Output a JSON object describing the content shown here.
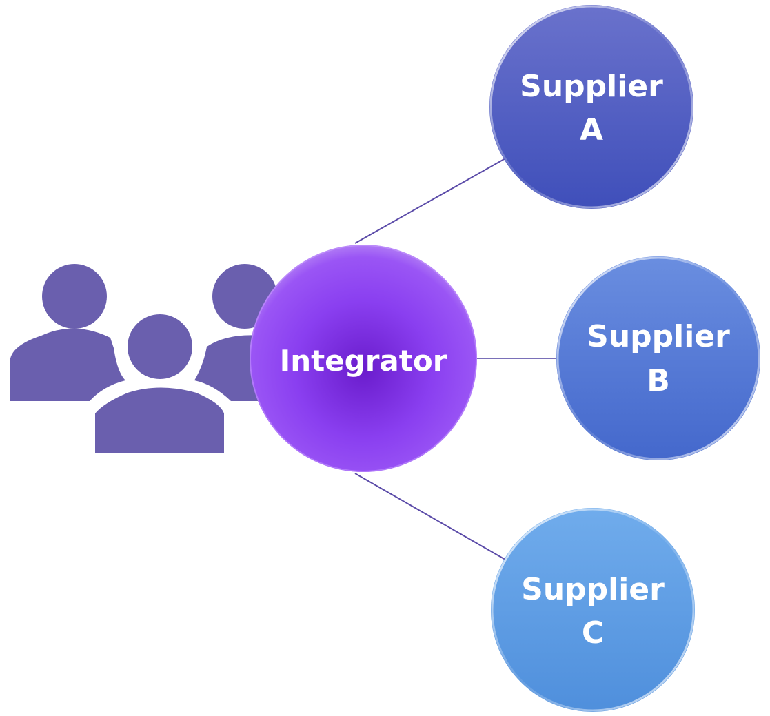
{
  "diagram": {
    "hub": {
      "label": "Integrator",
      "color": "#7a2fe0"
    },
    "group_icon": {
      "icon": "people-group-icon",
      "color": "#6a5fae"
    },
    "suppliers": [
      {
        "line1": "Supplier",
        "line2": "A",
        "color": "#4a55c0"
      },
      {
        "line1": "Supplier",
        "line2": "B",
        "color": "#4f74d6"
      },
      {
        "line1": "Supplier",
        "line2": "C",
        "color": "#5b9be6"
      }
    ],
    "connector_color": "#5a4aa8"
  }
}
